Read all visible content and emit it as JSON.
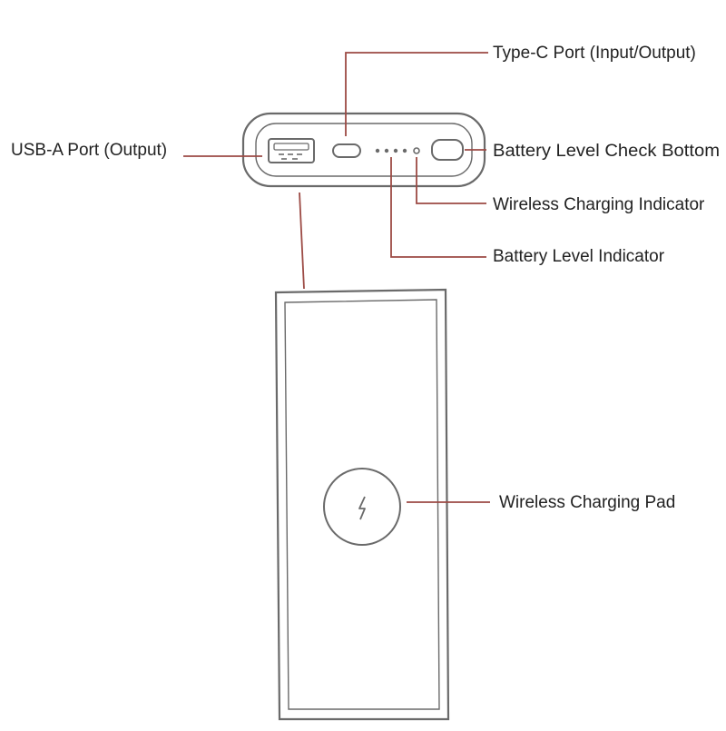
{
  "colors": {
    "outline": "#6a6a6a",
    "leader_line": "#9c4a44",
    "label_text": "#222222",
    "background": "#ffffff"
  },
  "diagram": {
    "labels": {
      "type_c_port": "Type-C Port (Input/Output)",
      "usb_a_port": "USB-A Port (Output)",
      "battery_check_button": "Battery Level Check Bottom",
      "wireless_indicator": "Wireless Charging Indicator",
      "battery_level_indicator": "Battery Level Indicator",
      "wireless_pad": "Wireless Charging Pad"
    },
    "icons": {
      "charging_bolt": "lightning-bolt-icon"
    }
  }
}
